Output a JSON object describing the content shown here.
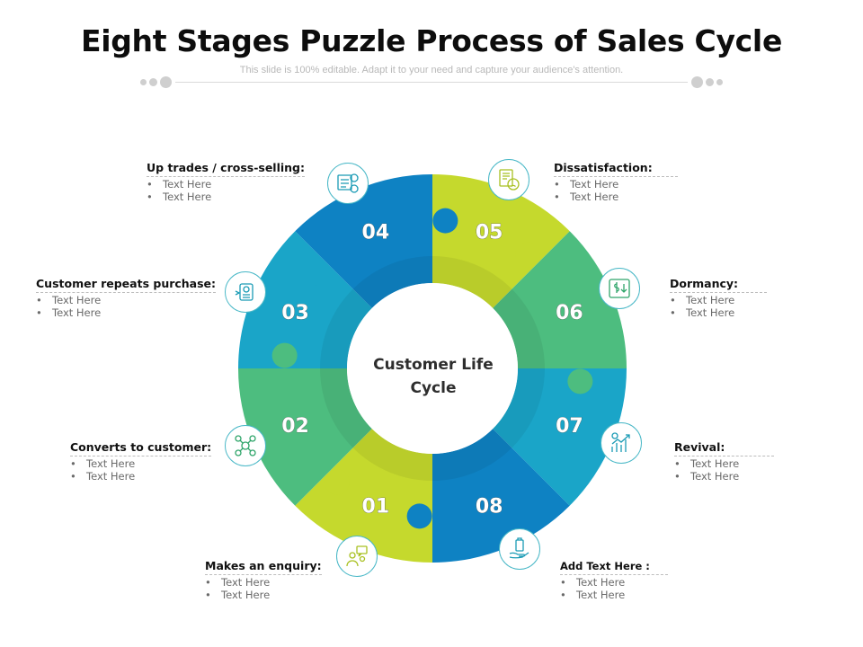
{
  "title": "Eight Stages Puzzle Process of Sales Cycle",
  "subtitle": "This slide is 100% editable. Adapt it to your need and capture your audience's attention.",
  "center": {
    "line1": "Customer Life",
    "line2": "Cycle"
  },
  "colors": {
    "lime": "#c5d92d",
    "green": "#4dbd7f",
    "teal": "#1aa5c8",
    "blue": "#0e82c3"
  },
  "stages": [
    {
      "num": "01",
      "title": "Makes an enquiry:",
      "bullets": [
        "Text Here",
        "Text Here"
      ],
      "icon": "enquiry-people-icon"
    },
    {
      "num": "02",
      "title": "Converts to customer:",
      "bullets": [
        "Text Here",
        "Text Here"
      ],
      "icon": "customer-network-icon"
    },
    {
      "num": "03",
      "title": "Customer repeats purchase:",
      "bullets": [
        "Text Here",
        "Text Here"
      ],
      "icon": "repeat-purchase-icon"
    },
    {
      "num": "04",
      "title": "Up trades / cross-selling:",
      "bullets": [
        "Text Here",
        "Text Here"
      ],
      "icon": "cross-selling-icon"
    },
    {
      "num": "05",
      "title": "Dissatisfaction:",
      "bullets": [
        "Text Here",
        "Text Here"
      ],
      "icon": "sad-document-icon"
    },
    {
      "num": "06",
      "title": "Dormancy:",
      "bullets": [
        "Text Here",
        "Text Here"
      ],
      "icon": "dollar-down-icon"
    },
    {
      "num": "07",
      "title": "Revival:",
      "bullets": [
        "Text Here",
        "Text Here"
      ],
      "icon": "growth-chart-icon"
    },
    {
      "num": "08",
      "title": "Add Text Here :",
      "bullets": [
        "Text Here",
        "Text Here"
      ],
      "icon": "hand-product-icon"
    }
  ]
}
